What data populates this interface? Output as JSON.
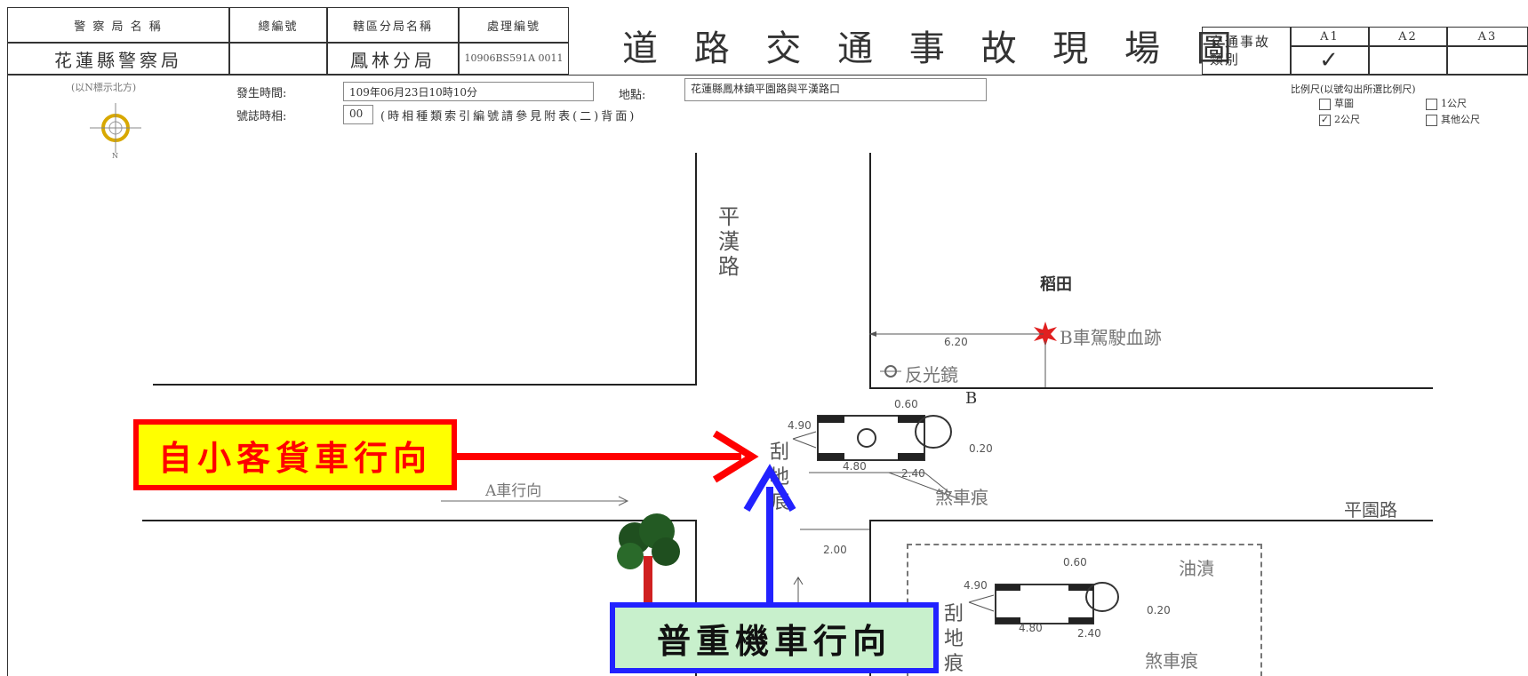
{
  "header": {
    "agency_label": "警 察 局 名 稱",
    "agency_value": "花蓮縣警察局",
    "serial_label": "總編號",
    "serial_value": "",
    "branch_label": "轄區分局名稱",
    "branch_value": "鳳林分局",
    "case_label": "處理編號",
    "case_value": "10906BS591A 0011",
    "title": "道 路 交 通 事 故 現 場 圖",
    "category_label": "交通事故 類別",
    "category_options": [
      "A1",
      "A2",
      "A3"
    ],
    "category_checked": "A1",
    "check_mark": "✓"
  },
  "info": {
    "north_note": "(以N標示北方)",
    "time_label": "發生時間:",
    "time_value": "109年06月23日10時10分",
    "location_label": "地點:",
    "location_value": "花蓮縣鳳林鎮平園路與平漢路口",
    "phase_label": "號誌時相:",
    "phase_value": "00",
    "phase_note": "(時相種類索引編號請參見附表(二)背面)",
    "scale_title": "比例尺(以號勾出所選比例尺)",
    "scale_options": [
      {
        "label": "草圖",
        "checked": false
      },
      {
        "label": "1公尺",
        "checked": false
      },
      {
        "label": "2公尺",
        "checked": true
      },
      {
        "label": "其他公尺",
        "checked": false
      }
    ]
  },
  "diagram": {
    "road_north_name": "平漢路",
    "road_east_name": "平園路",
    "field_label": "稻田",
    "blood_label": "B車駕駛血跡",
    "mirror_label": "反光鏡",
    "a_direction": "A車行向",
    "vehicle_b": "B",
    "scrape_label": "刮地痕",
    "brake_label": "煞車痕",
    "oil_label": "油漬",
    "dims": {
      "d620": "6.20",
      "d060": "0.60",
      "d490": "4.90",
      "d020": "0.20",
      "d480": "4.80",
      "d240": "2.40",
      "d200": "2.00"
    }
  },
  "annotations": {
    "car_direction": "自小客貨車行向",
    "moto_direction": "普重機車行向",
    "red_color": "#ff0000",
    "yellow_color": "#ffff00",
    "blue_color": "#2222ff",
    "green_color": "#c8f0cc"
  }
}
